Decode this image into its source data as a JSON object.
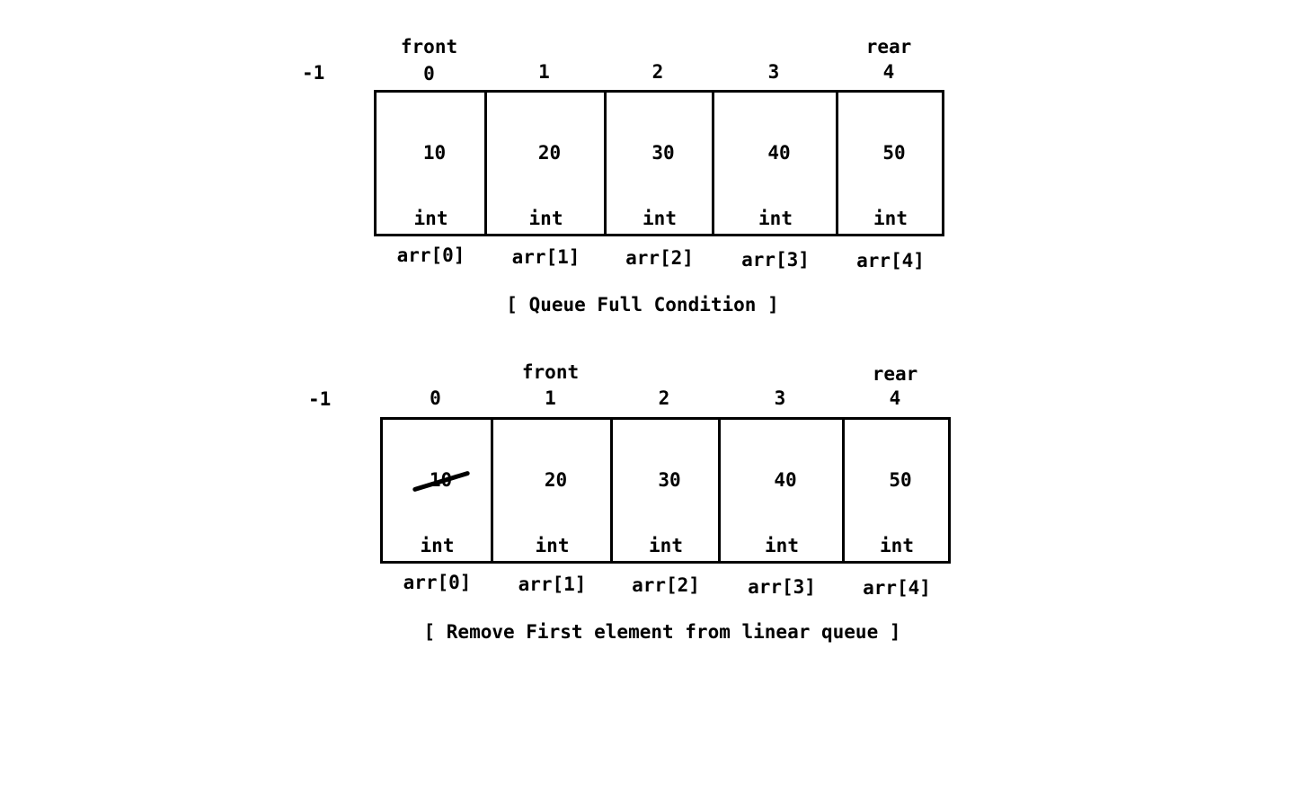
{
  "diagrams": [
    {
      "caption": "[ Queue Full Condition ]",
      "minus_one_label": "-1",
      "indices": [
        "0",
        "1",
        "2",
        "3",
        "4"
      ],
      "front_label": "front",
      "front_index": 0,
      "rear_label": "rear",
      "rear_index": 4,
      "cells": [
        {
          "value": "10",
          "type": "int",
          "name": "arr[0]",
          "removed": false
        },
        {
          "value": "20",
          "type": "int",
          "name": "arr[1]",
          "removed": false
        },
        {
          "value": "30",
          "type": "int",
          "name": "arr[2]",
          "removed": false
        },
        {
          "value": "40",
          "type": "int",
          "name": "arr[3]",
          "removed": false
        },
        {
          "value": "50",
          "type": "int",
          "name": "arr[4]",
          "removed": false
        }
      ]
    },
    {
      "caption": "[ Remove First element from linear queue ]",
      "minus_one_label": "-1",
      "indices": [
        "0",
        "1",
        "2",
        "3",
        "4"
      ],
      "front_label": "front",
      "front_index": 1,
      "rear_label": "rear",
      "rear_index": 4,
      "cells": [
        {
          "value": "10",
          "type": "int",
          "name": "arr[0]",
          "removed": true
        },
        {
          "value": "20",
          "type": "int",
          "name": "arr[1]",
          "removed": false
        },
        {
          "value": "30",
          "type": "int",
          "name": "arr[2]",
          "removed": false
        },
        {
          "value": "40",
          "type": "int",
          "name": "arr[3]",
          "removed": false
        },
        {
          "value": "50",
          "type": "int",
          "name": "arr[4]",
          "removed": false
        }
      ]
    }
  ]
}
